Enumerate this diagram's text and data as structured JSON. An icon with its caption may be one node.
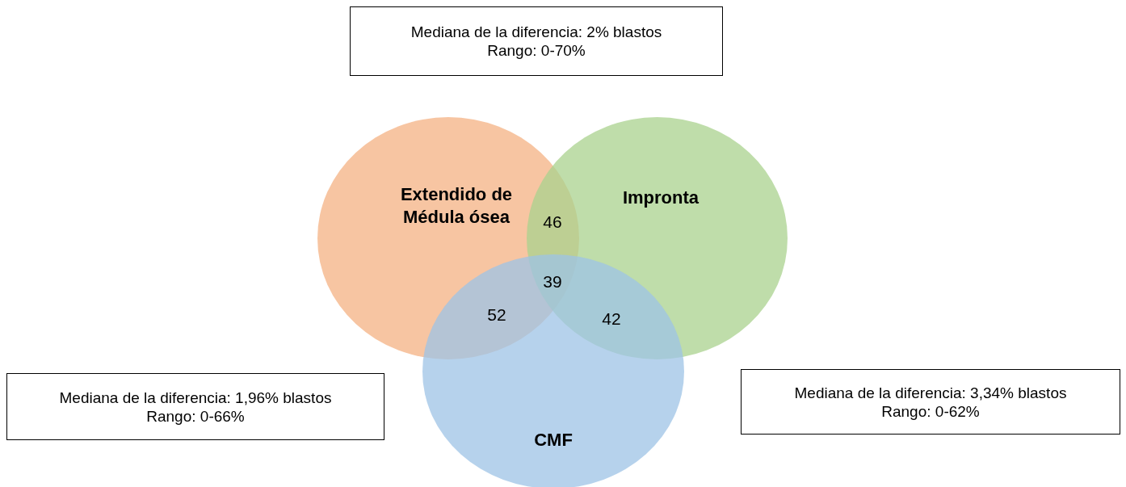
{
  "diagram": {
    "nodes": [
      {
        "text": [
          "Mediana de la diferencia: 2% blastos",
          "Rango: 0-70%"
        ]
      },
      {
        "text": [
          "Extendido de Médula ósea"
        ]
      },
      {
        "text": [
          "Impronta"
        ]
      },
      {
        "text": [
          "CMF"
        ]
      },
      {
        "text": [
          "Mediana de la diferencia: 1,96% blastos",
          "Rango: 0-66%"
        ]
      },
      {
        "text": [
          "Mediana de la diferencia: 3,34% blastos",
          "Rango: 0-62%"
        ]
      }
    ],
    "edges": [],
    "labels": [
      "46",
      "39",
      "52",
      "42"
    ]
  }
}
